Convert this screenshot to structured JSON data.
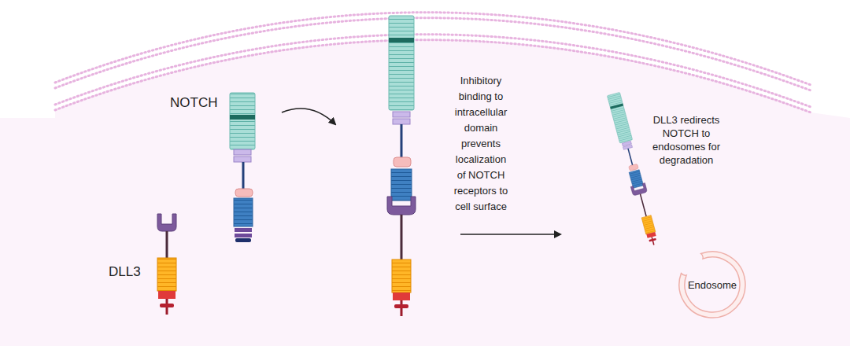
{
  "diagram": {
    "nodes": [
      {
        "text": [
          "Endosome"
        ]
      }
    ],
    "labels": [
      "NOTCH",
      "DLL3",
      "Inhibitory binding to intracellular domain prevents localization of NOTCH receptors to cell surface",
      "DLL3 redirects NOTCH to endosomes for degradation"
    ]
  }
}
